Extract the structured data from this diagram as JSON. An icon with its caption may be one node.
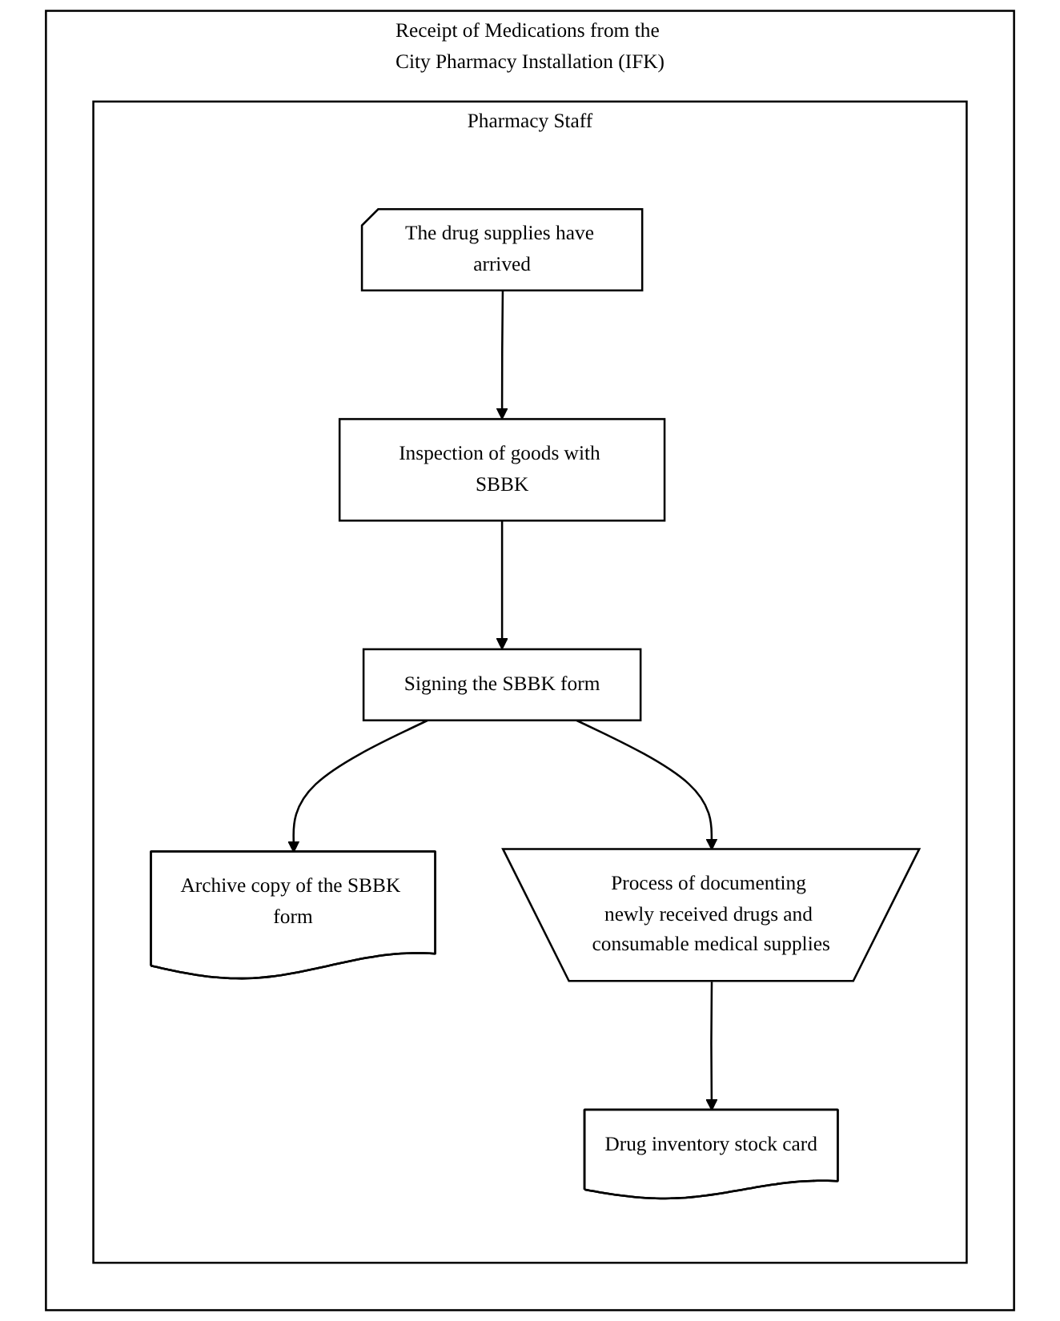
{
  "diagram": {
    "nodes": [
      {
        "text": [
          "Receipt of Medications from the City Pharmacy Installation (IFK)"
        ]
      },
      {
        "text": [
          "Pharmacy Staff"
        ],
        "in": 0
      },
      {
        "text": [
          "The drug supplies have arrived"
        ],
        "in": 1
      },
      {
        "text": [
          "Inspection of goods with SBBK"
        ],
        "in": 1
      },
      {
        "text": [
          "Signing the SBBK form"
        ],
        "in": 1
      },
      {
        "text": [
          "Archive copy of the SBBK form"
        ],
        "in": 1
      },
      {
        "text": [
          "Process of documenting newly received drugs and consumable medical supplies"
        ],
        "in": 1
      },
      {
        "text": [
          "Drug inventory stock card"
        ],
        "in": 1
      }
    ],
    "edges": [
      {
        "from": 2,
        "to": 3,
        "arrow": "to"
      },
      {
        "from": 3,
        "to": 4,
        "arrow": "to"
      },
      {
        "from": 4,
        "to": 5,
        "arrow": "to"
      },
      {
        "from": 4,
        "to": 6,
        "arrow": "to"
      },
      {
        "from": 6,
        "to": 7,
        "arrow": "to"
      }
    ]
  }
}
